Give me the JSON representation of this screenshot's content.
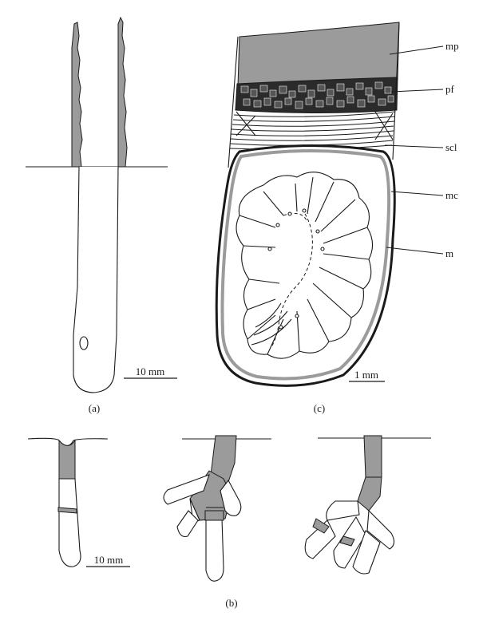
{
  "panels": {
    "a": "(a)",
    "b": "(b)",
    "c": "(c)"
  },
  "scale_bars": {
    "a": "10 mm",
    "b": "10 mm",
    "c": "1 mm"
  },
  "labels": {
    "mp": "mp",
    "pf": "pf",
    "scl": "scl",
    "mc": "mc",
    "m": "m"
  },
  "colors": {
    "ink": "#1a1a1a",
    "shade": "#9b9b9b",
    "pellet": "#2b2b2b"
  }
}
